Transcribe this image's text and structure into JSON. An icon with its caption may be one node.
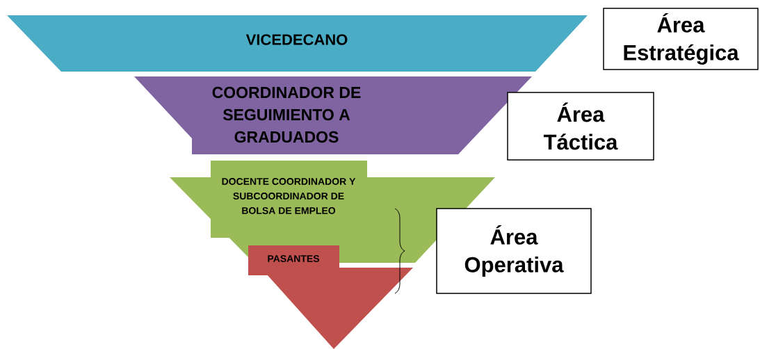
{
  "diagram": {
    "nodes": [
      {
        "text": [
          "VICEDECANO"
        ]
      },
      {
        "text": [
          "COORDINADOR DE SEGUIMIENTO A GRADUADOS"
        ]
      },
      {
        "text": [
          "DOCENTE COORDINADOR Y SUBCOORDINADOR DE BOLSA DE EMPLEO"
        ]
      },
      {
        "text": [
          "PASANTES"
        ]
      },
      {
        "text": [
          "Área Estratégica"
        ]
      },
      {
        "text": [
          "Área Táctica"
        ]
      },
      {
        "text": [
          "Área Operativa"
        ]
      }
    ]
  }
}
